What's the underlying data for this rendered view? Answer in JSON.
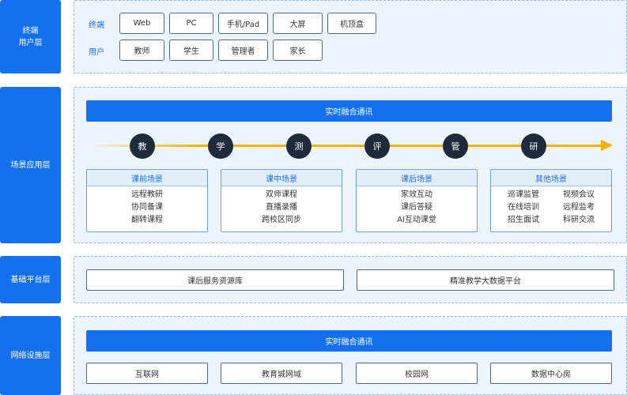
{
  "layers": {
    "terminal_user": "终端\n用户层",
    "scene_app": "场景应用层",
    "base_platform": "基础平台层",
    "network": "网络设施层"
  },
  "terminal_row": {
    "label": "终端",
    "items": [
      "Web",
      "PC",
      "手机/Pad",
      "大屏",
      "机顶盒"
    ]
  },
  "user_row": {
    "label": "用户",
    "items": [
      "教师",
      "学生",
      "管理者",
      "家长"
    ]
  },
  "scene": {
    "comm_bar": "实时融合通讯",
    "steps": [
      "教",
      "学",
      "测",
      "评",
      "管",
      "研"
    ],
    "boxes": [
      {
        "title": "课前场景",
        "items": [
          "远程教研",
          "协同备课",
          "翻转课程"
        ]
      },
      {
        "title": "课中场景",
        "items": [
          "双师课程",
          "直播录播",
          "跨校区同步"
        ]
      },
      {
        "title": "课后场景",
        "items": [
          "家效互动",
          "课后答疑",
          "AI互动课堂"
        ]
      },
      {
        "title": "其他场景",
        "items": [
          "巡课监管",
          "视频会议",
          "在线培训",
          "远程监考",
          "招生面试",
          "科研交流"
        ]
      }
    ]
  },
  "base": {
    "items": [
      "课后服务资源库",
      "精准教学大数据平台"
    ]
  },
  "network": {
    "comm_bar": "实时融合通讯",
    "items": [
      "互联网",
      "教育城网域",
      "校园网",
      "数据中心房"
    ]
  },
  "colors": {
    "primary_blue": "#1570ef",
    "panel_bg": "#edf4fd",
    "arrow_yellow": "#f0b400",
    "circle_dark": "#1f2a3a"
  }
}
